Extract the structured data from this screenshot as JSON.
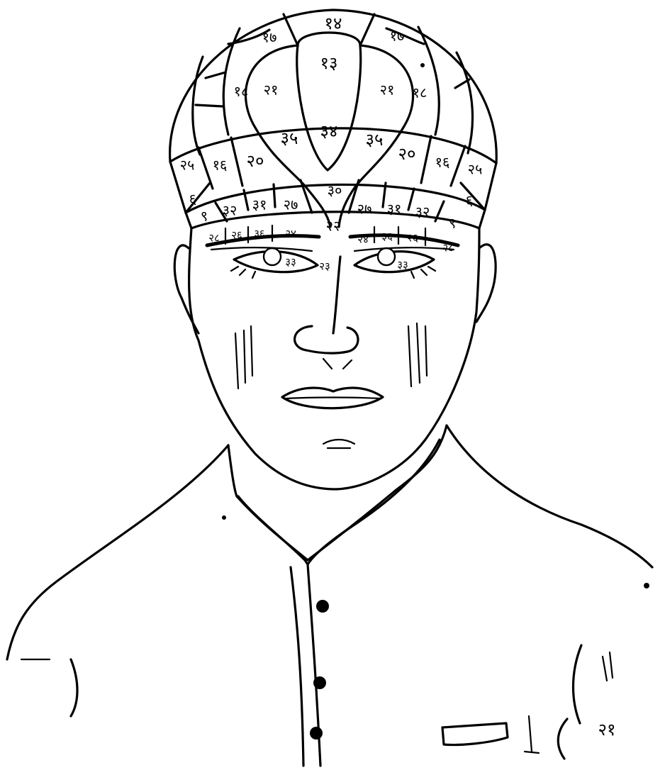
{
  "labels": {
    "top_center": "१४",
    "top_left": "१७",
    "top_right": "१७",
    "crown_inner": "१३",
    "upper_left_a": "१८",
    "upper_left_b": "२१",
    "upper_right_a": "२१",
    "upper_right_b": "१८",
    "mid_left_35": "३५",
    "mid_center_34": "३४",
    "mid_right_35": "३५",
    "left_25": "२५",
    "left_16": "१६",
    "left_20": "२०",
    "right_20": "२०",
    "right_16": "१६",
    "right_25": "२५",
    "center_30": "३०",
    "left_6": "६",
    "right_6": "६",
    "left_9": "९",
    "left_32": "३२",
    "left_31": "३१",
    "left_27": "२७",
    "right_27": "२७",
    "right_31": "३१",
    "right_32": "३२",
    "right_9": "९",
    "center_22": "२२",
    "brow_left_28": "२८",
    "brow_left_26": "२६",
    "brow_left_36": "३६",
    "brow_left_24": "२४",
    "brow_right_24": "२४",
    "brow_right_36": "३६",
    "brow_right_26": "२६",
    "brow_right_28": "२८",
    "eye_left_33": "३३",
    "eye_center_23": "२३",
    "eye_right_33": "३३",
    "corner_mark": "२१"
  }
}
